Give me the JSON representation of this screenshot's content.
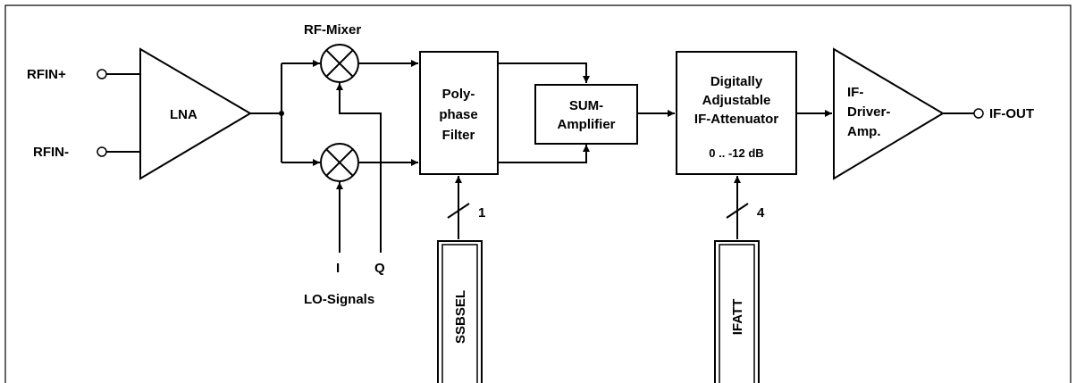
{
  "inputs": {
    "rfin_plus": "RFIN+",
    "rfin_minus": "RFIN-"
  },
  "lna": {
    "label": "LNA"
  },
  "rf_mixer": {
    "label": "RF-Mixer"
  },
  "lo_signals": {
    "i": "I",
    "q": "Q",
    "label": "LO-Signals"
  },
  "polyphase_filter": {
    "line1": "Poly-",
    "line2": "phase",
    "line3": "Filter"
  },
  "sum_amplifier": {
    "line1": "SUM-",
    "line2": "Amplifier"
  },
  "attenuator": {
    "line1": "Digitally",
    "line2": "Adjustable",
    "line3": "IF-Attenuator",
    "range": "0 .. -12 dB"
  },
  "if_driver": {
    "line1": "IF-",
    "line2": "Driver-",
    "line3": "Amp."
  },
  "output": {
    "label": "IF-OUT"
  },
  "control_ssbsel": {
    "label": "SSBSEL",
    "bus_width": "1"
  },
  "control_ifatt": {
    "label": "IFATT",
    "bus_width": "4"
  }
}
